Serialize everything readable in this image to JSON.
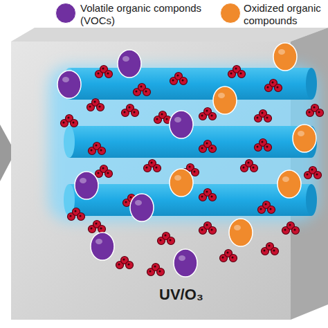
{
  "diagram": {
    "labels": [
      "UV/O₃"
    ],
    "legend": [
      {
        "text": "Volatile organic componds (VOCs)",
        "color": "#7030a0"
      },
      {
        "text": "Oxidized organic compounds",
        "color": "#f08a2c"
      }
    ]
  }
}
